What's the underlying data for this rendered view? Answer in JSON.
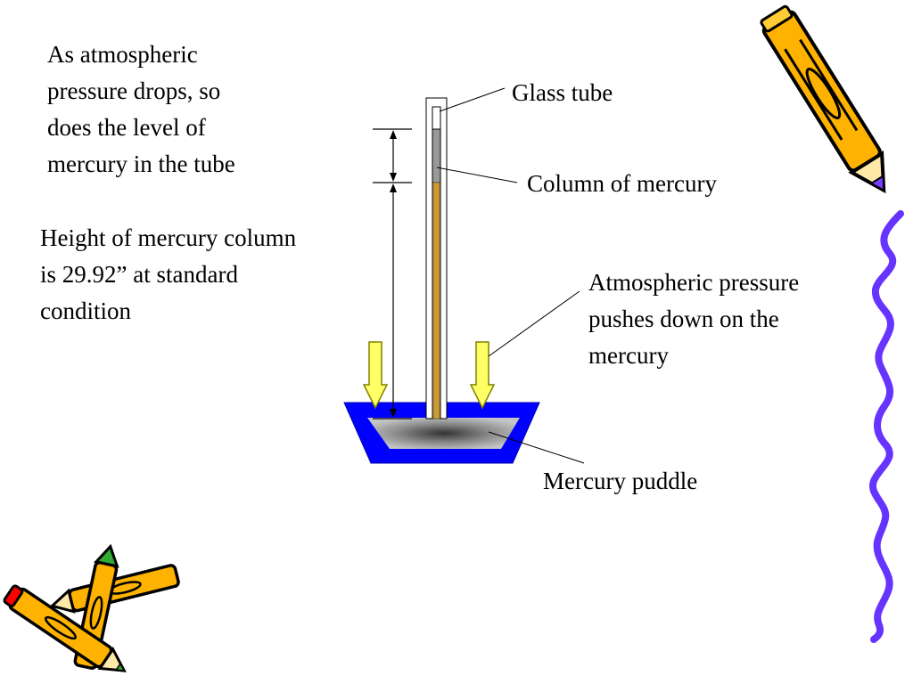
{
  "text": {
    "intro": [
      "As atmospheric",
      "pressure drops, so",
      "does the level of",
      "mercury in the tube"
    ],
    "height_note": [
      "Height of mercury column",
      "is 29.92” at standard",
      "condition"
    ]
  },
  "labels": {
    "glass_tube": "Glass tube",
    "column": "Column of mercury",
    "atmospheric": [
      "Atmospheric pressure",
      "pushes down on the",
      "mercury"
    ],
    "puddle": "Mercury puddle"
  },
  "colors": {
    "dish": "#0000ff",
    "mercury_gray": "#999999",
    "arrow_fill": "#ffff66",
    "arrow_stroke": "#808000",
    "tube_fill": "#cc9933",
    "squiggle": "#6633ff",
    "pencil_body": "#ffb300",
    "pencil_tip_purple": "#7a3cff",
    "pencil_tip_red": "#ff0000",
    "pencil_tip_green": "#33aa33"
  },
  "icons": {
    "pencil_top_right": "pencil-icon",
    "pencils_bottom_left": "crossed-pencils-icon",
    "border_squiggle": "squiggle-decoration"
  }
}
